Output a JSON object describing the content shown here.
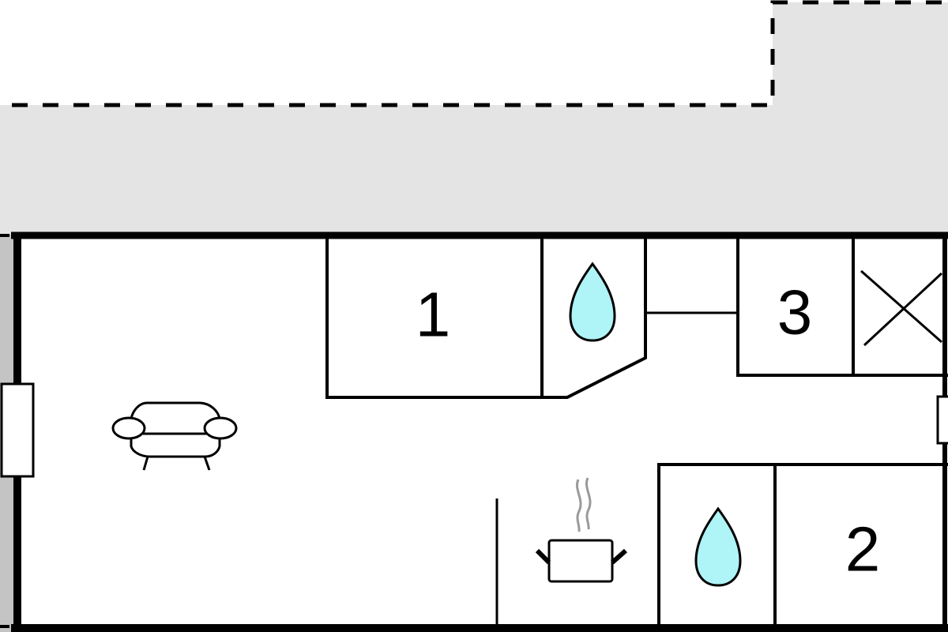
{
  "diagram": {
    "type": "floor-plan",
    "colors": {
      "terrace": "#e4e4e4",
      "wall": "#000000",
      "side_strip": "#c4c4c4",
      "water": "#aff4f7",
      "steam": "#9a9a9a"
    },
    "rooms": [
      {
        "id": "bedroom-1",
        "label": "1",
        "type": "bedroom"
      },
      {
        "id": "bedroom-2",
        "label": "2",
        "type": "bedroom"
      },
      {
        "id": "bedroom-3",
        "label": "3",
        "type": "bedroom"
      },
      {
        "id": "bathroom-1",
        "label": "",
        "type": "bathroom",
        "icon": "water-drop-icon"
      },
      {
        "id": "bathroom-2",
        "label": "",
        "type": "bathroom",
        "icon": "water-drop-icon"
      },
      {
        "id": "storage",
        "label": "",
        "type": "storage",
        "icon": "cross-icon"
      },
      {
        "id": "living-room",
        "label": "",
        "type": "living",
        "icon": "sofa-icon"
      },
      {
        "id": "kitchen",
        "label": "",
        "type": "kitchen",
        "icon": "cooking-pot-icon"
      }
    ],
    "areas": [
      {
        "id": "terrace",
        "style": "dashed-outline-grey-fill"
      }
    ],
    "openings": [
      {
        "id": "left-window",
        "type": "window"
      },
      {
        "id": "right-door",
        "type": "door"
      }
    ]
  }
}
